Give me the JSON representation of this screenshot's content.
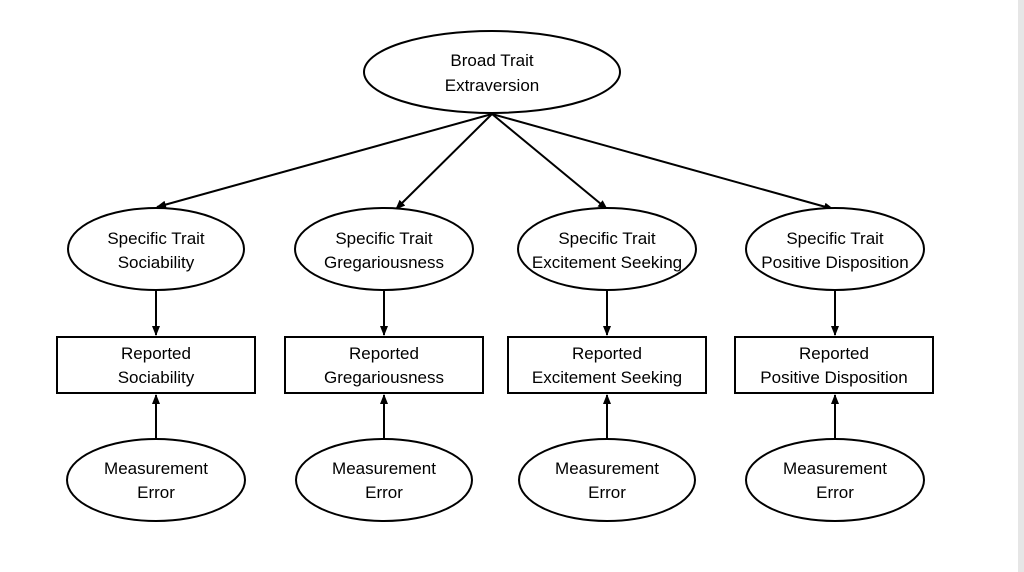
{
  "diagram": {
    "root": {
      "line1": "Broad Trait",
      "line2": "Extraversion"
    },
    "columns": [
      {
        "trait": {
          "line1": "Specific Trait",
          "line2": "Sociability"
        },
        "reported": {
          "line1": "Reported",
          "line2": "Sociability"
        },
        "error": {
          "line1": "Measurement",
          "line2": "Error"
        }
      },
      {
        "trait": {
          "line1": "Specific Trait",
          "line2": "Gregariousness"
        },
        "reported": {
          "line1": "Reported",
          "line2": "Gregariousness"
        },
        "error": {
          "line1": "Measurement",
          "line2": "Error"
        }
      },
      {
        "trait": {
          "line1": "Specific Trait",
          "line2": "Excitement Seeking"
        },
        "reported": {
          "line1": "Reported",
          "line2": "Excitement Seeking"
        },
        "error": {
          "line1": "Measurement",
          "line2": "Error"
        }
      },
      {
        "trait": {
          "line1": "Specific Trait",
          "line2": "Positive Disposition"
        },
        "reported": {
          "line1": "Reported",
          "line2": "Positive Disposition"
        },
        "error": {
          "line1": "Measurement",
          "line2": "Error"
        }
      }
    ]
  }
}
